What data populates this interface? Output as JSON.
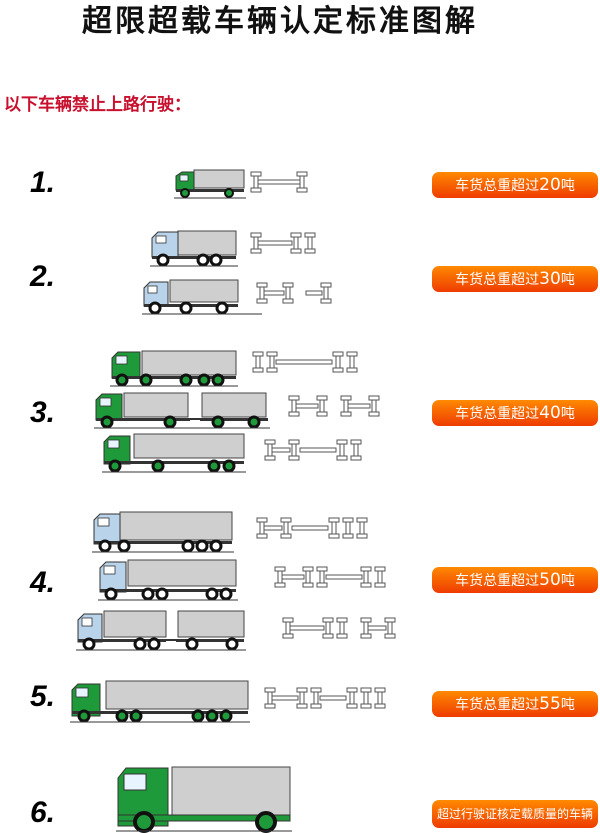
{
  "header": {
    "title": "超限超载车辆认定标准图解",
    "subtitle": "以下车辆禁止上路行驶："
  },
  "rows": [
    {
      "number": "1.",
      "limit_prefix": "车货总重超过",
      "limit_value": "20",
      "limit_suffix": "吨"
    },
    {
      "number": "2.",
      "limit_prefix": "车货总重超过",
      "limit_value": "30",
      "limit_suffix": "吨"
    },
    {
      "number": "3.",
      "limit_prefix": "车货总重超过",
      "limit_value": "40",
      "limit_suffix": "吨"
    },
    {
      "number": "4.",
      "limit_prefix": "车货总重超过",
      "limit_value": "50",
      "limit_suffix": "吨"
    },
    {
      "number": "5.",
      "limit_prefix": "车货总重超过",
      "limit_value": "55",
      "limit_suffix": "吨"
    },
    {
      "number": "6.",
      "limit_text": "超过行驶证核定载质量的车辆"
    }
  ],
  "colors": {
    "cab_green": "#1f9a3a",
    "cab_blue": "#b9d3ea",
    "cargo_box": "#cfcfcf",
    "badge_orange": "#f25c00",
    "subtitle_red": "#c8102e"
  }
}
